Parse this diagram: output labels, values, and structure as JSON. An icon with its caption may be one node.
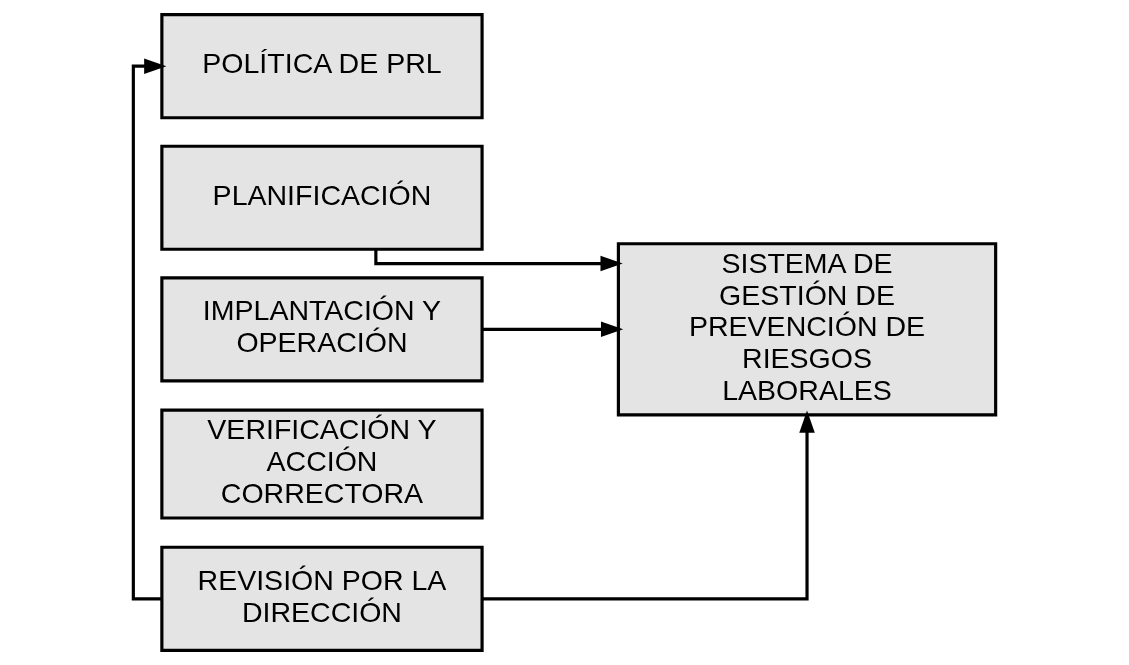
{
  "diagram": {
    "nodes": [
      {
        "text": [
          "POLÍTICA DE PRL"
        ]
      },
      {
        "text": [
          "PLANIFICACIÓN"
        ]
      },
      {
        "text": [
          "IMPLANTACIÓN Y OPERACIÓN"
        ]
      },
      {
        "text": [
          "VERIFICACIÓN Y ACCIÓN CORRECTORA"
        ]
      },
      {
        "text": [
          "REVISIÓN POR LA DIRECCIÓN"
        ]
      },
      {
        "text": [
          "SISTEMA DE GESTIÓN DE PREVENCIÓN DE RIESGOS LABORALES"
        ]
      }
    ],
    "edges": [
      {
        "from": 1,
        "to": 5,
        "arrow": "to"
      },
      {
        "from": 2,
        "to": 5,
        "arrow": "to"
      },
      {
        "from": 4,
        "to": 0,
        "arrow": "to"
      },
      {
        "from": 4,
        "to": 5,
        "arrow": "to"
      }
    ]
  }
}
